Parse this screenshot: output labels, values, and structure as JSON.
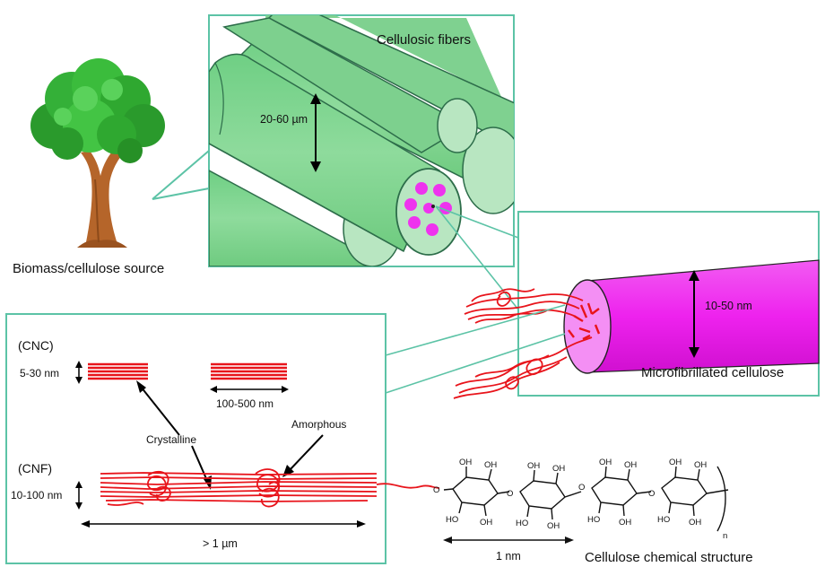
{
  "labels": {
    "cellulosic_fibers": "Cellulosic fibers",
    "fiber_size": "20-60 µm",
    "biomass_source": "Biomass/cellulose source",
    "mfc_size": "10-50 nm",
    "mfc": "Microfibrillated cellulose",
    "cnc": "(CNC)",
    "cnc_thickness": "5-30 nm",
    "cnc_length": "100-500 nm",
    "crystalline": "Crystalline",
    "amorphous": "Amorphous",
    "cnf": "(CNF)",
    "cnf_thickness": "10-100 nm",
    "cnf_length": "> 1 µm",
    "structure_scale": "1 nm",
    "structure_title": "Cellulose chemical structure"
  },
  "chem": {
    "oh": "OH",
    "ho": "HO",
    "o": "O",
    "n": "n"
  },
  "colors": {
    "panel_border": "#5cc3a6",
    "fiber_green": "#86d497",
    "fiber_cap": "#b8e6c1",
    "fibril_magenta": "#ee22ee",
    "red_chain": "#e8141b",
    "tree_leaf": "#2fa830",
    "tree_trunk": "#b5652a"
  },
  "icons": [
    "tree-icon"
  ]
}
